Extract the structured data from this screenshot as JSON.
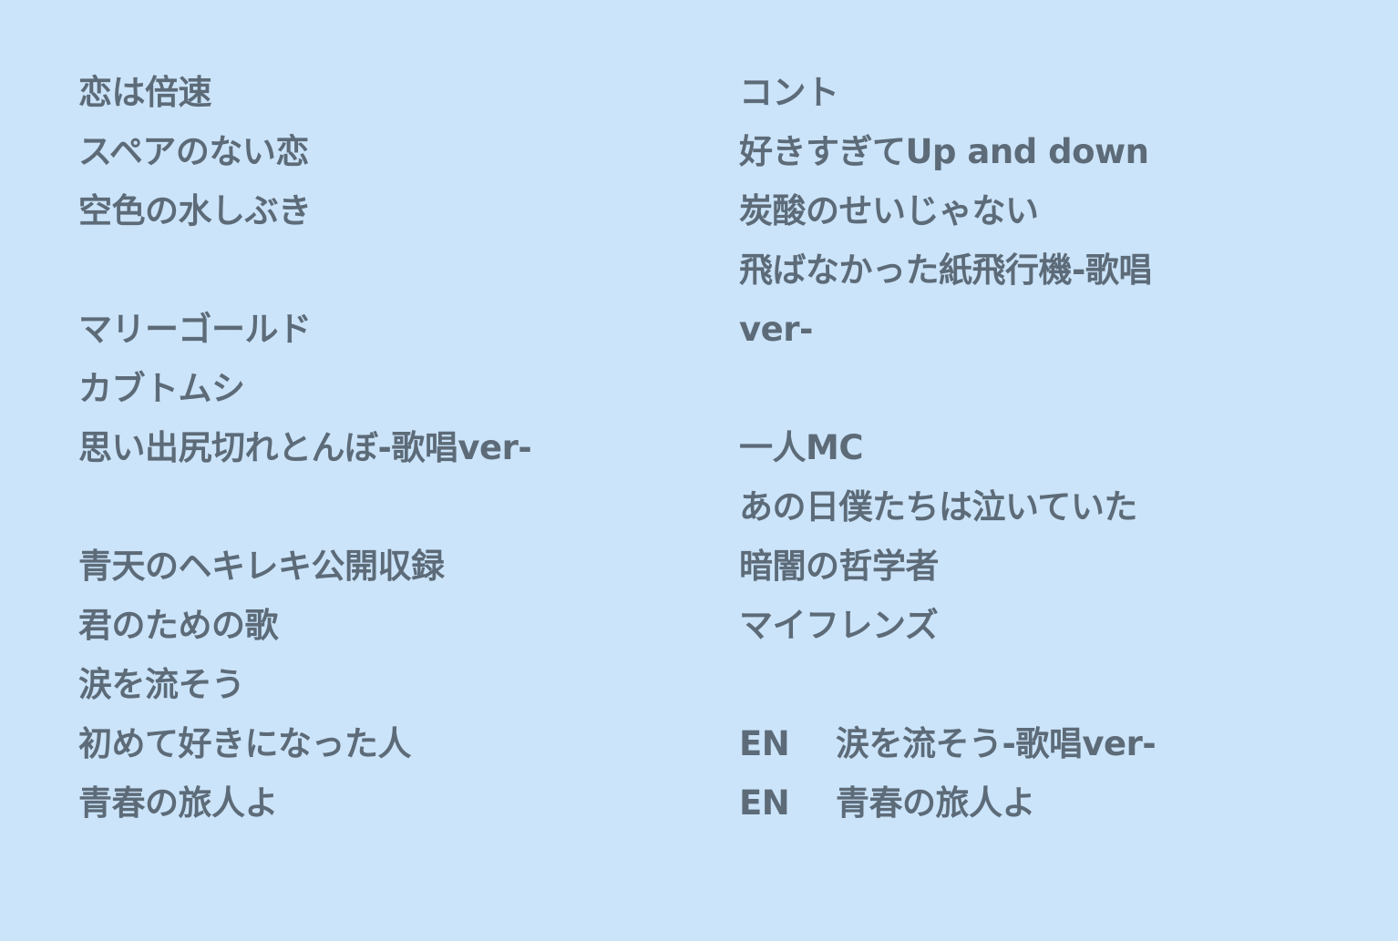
{
  "left": [
    "恋は倍速",
    "スペアのない恋",
    "空色の水しぶき",
    "",
    "マリーゴールド",
    "カブトムシ",
    "思い出尻切れとんぼ-歌唱ver-",
    "",
    "青天のヘキレキ公開収録",
    "君のための歌",
    "涙を流そう",
    "初めて好きになった人",
    "青春の旅人よ"
  ],
  "right": [
    "コント",
    "好きすぎてUp and down",
    "炭酸のせいじゃない",
    "飛ばなかった紙飛行機-歌唱",
    "ver-",
    "",
    "一人MC",
    "あの日僕たちは泣いていた",
    "暗闇の哲学者",
    "マイフレンズ",
    ""
  ],
  "encore": [
    {
      "tag": "EN",
      "title": "涙を流そう-歌唱ver-"
    },
    {
      "tag": "EN",
      "title": "青春の旅人よ"
    }
  ]
}
